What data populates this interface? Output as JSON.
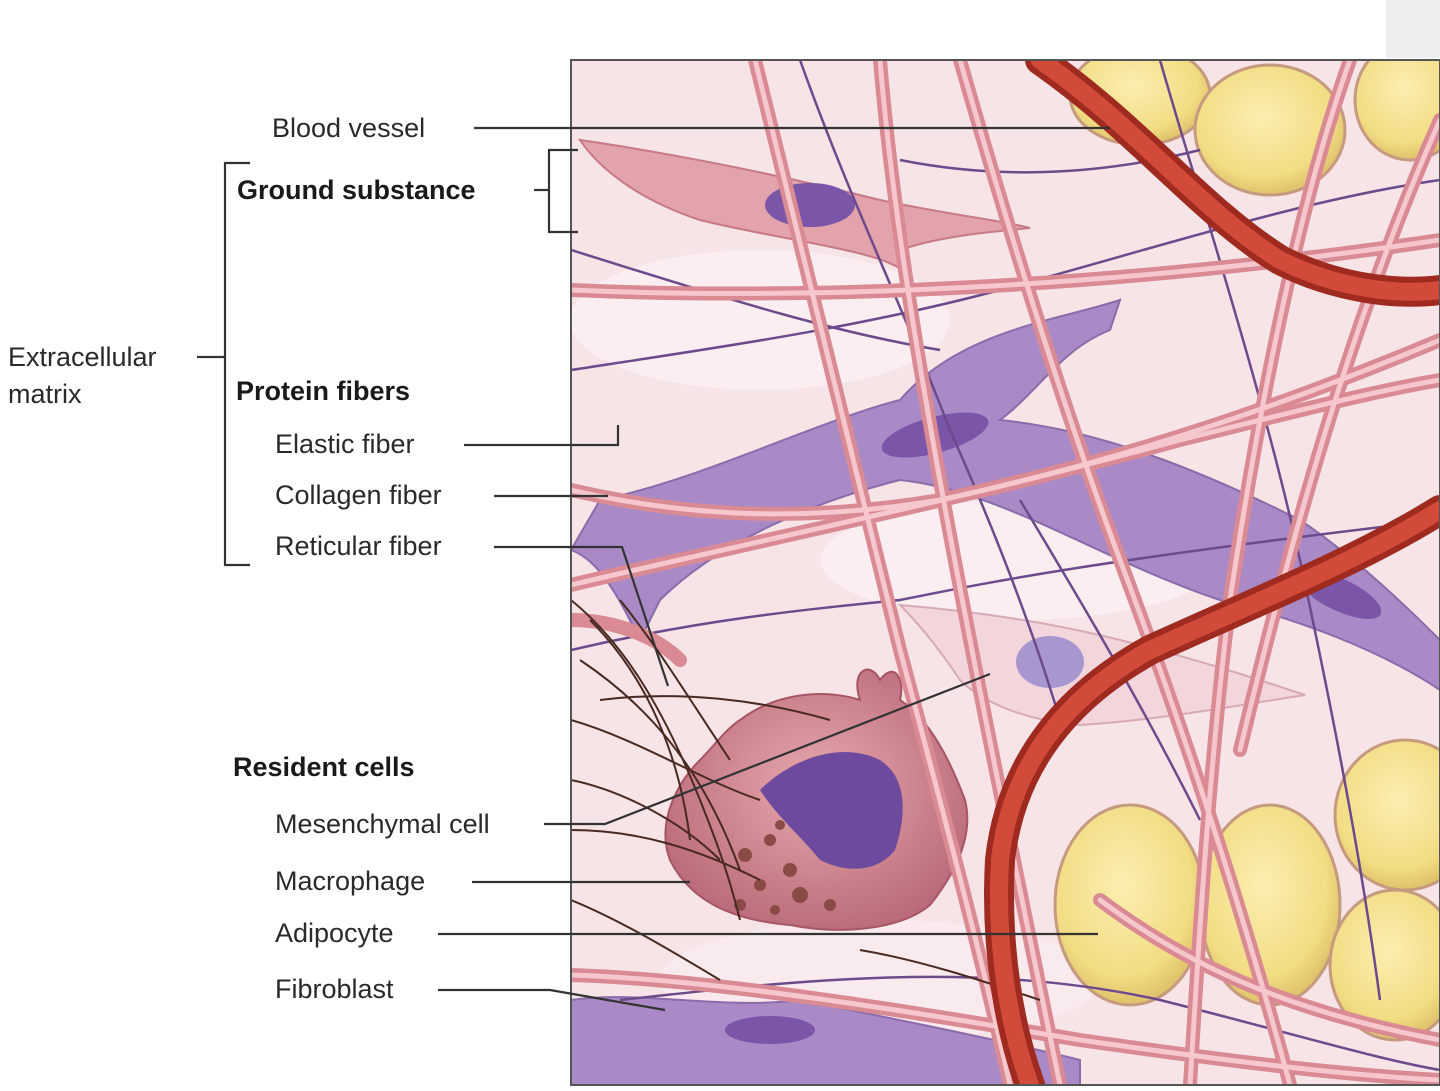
{
  "labels": {
    "extracellular_matrix": [
      "Extracellular",
      "matrix"
    ],
    "blood_vessel": "Blood vessel",
    "ground_substance": "Ground substance",
    "protein_fibers": "Protein fibers",
    "elastic_fiber": "Elastic fiber",
    "collagen_fiber": "Collagen fiber",
    "reticular_fiber": "Reticular fiber",
    "resident_cells": "Resident cells",
    "mesenchymal_cell": "Mesenchymal cell",
    "macrophage": "Macrophage",
    "adipocyte": "Adipocyte",
    "fibroblast": "Fibroblast"
  },
  "colors": {
    "matrix_background": "#f6e4e6",
    "collagen": "#e9a3a9",
    "elastic": "#6d4a8c",
    "reticular": "#4a2a20",
    "blood_vessel": "#c23a2c",
    "adipocyte": "#f2dd84",
    "fibroblast": "#a98ac7",
    "macrophage": "#c77a86",
    "nucleus": "#7a55a8"
  }
}
